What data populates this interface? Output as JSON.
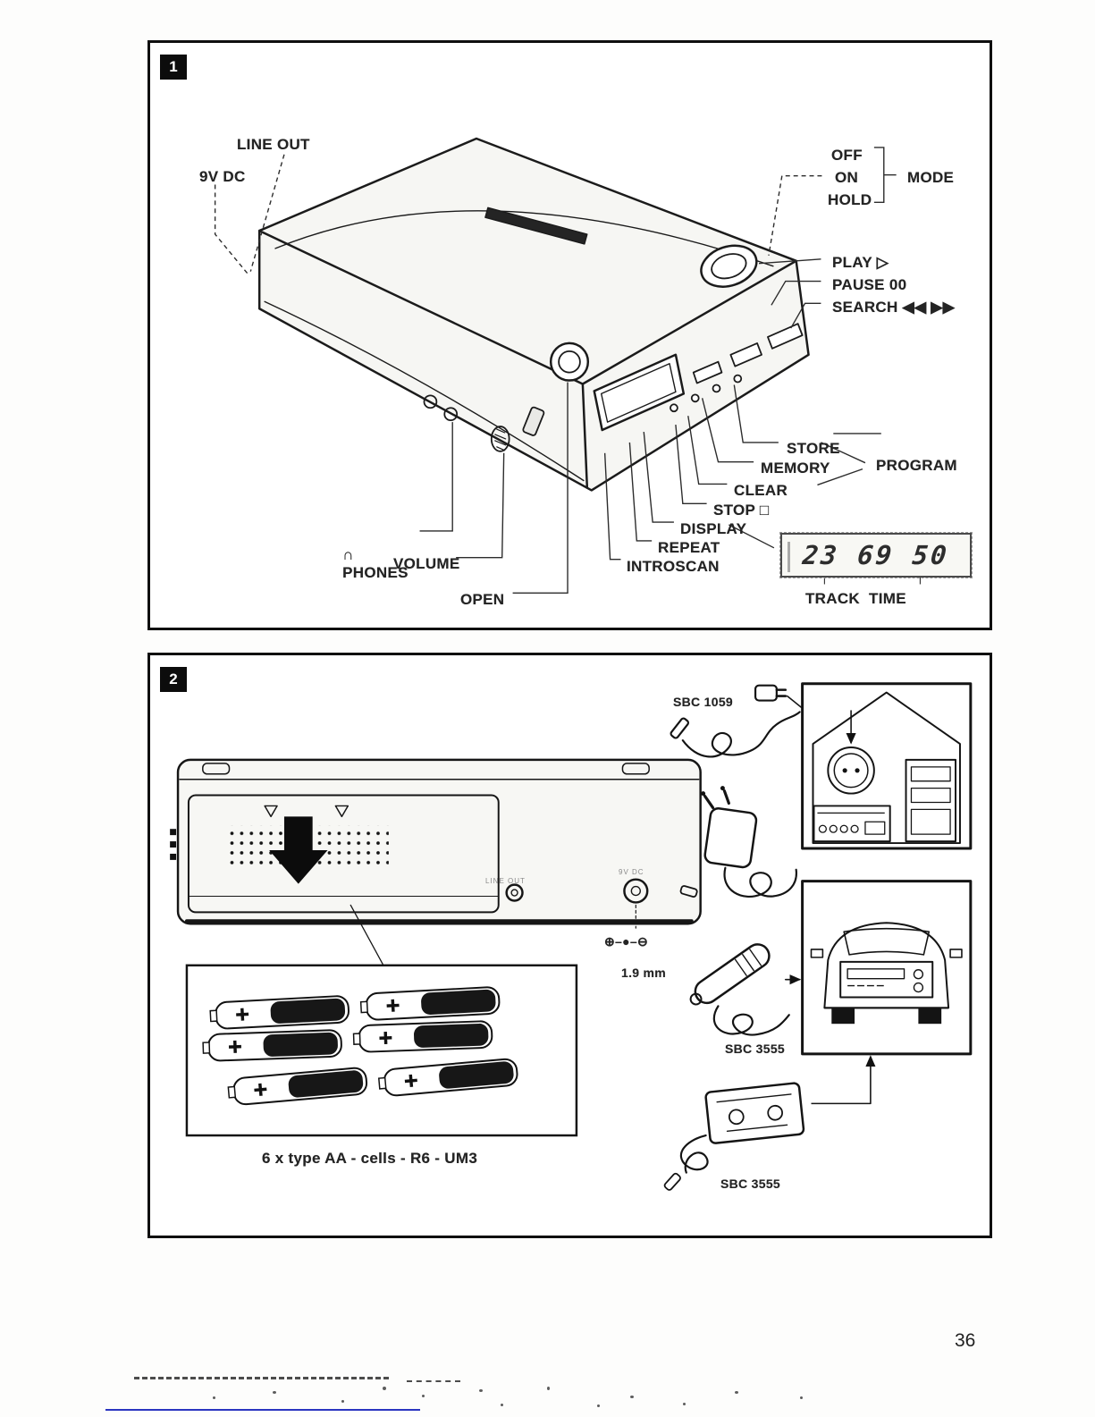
{
  "page": {
    "number": "36"
  },
  "figure1": {
    "num": "1",
    "labels": {
      "line_out": "LINE OUT",
      "dc9v": "9V DC",
      "off": "OFF",
      "on": "ON",
      "hold": "HOLD",
      "mode": "MODE",
      "play": "PLAY ▷",
      "pause": "PAUSE 00",
      "search": "SEARCH ◀◀ ▶▶",
      "store": "STORE",
      "memory": "MEMORY",
      "program": "PROGRAM",
      "clear": "CLEAR",
      "stop": "STOP □",
      "display": "DISPLAY",
      "repeat": "REPEAT",
      "introscan": "INTROSCAN",
      "phones_icon": "∩",
      "phones": "PHONES",
      "volume": "VOLUME",
      "open": "OPEN",
      "lcd_value": "23 69 50",
      "track_time": "TRACK  TIME"
    }
  },
  "figure2": {
    "num": "2",
    "labels": {
      "sbc1059": "SBC 1059",
      "polarity": "⊕–●–⊖",
      "plug_size": "1.9 mm",
      "sbc3555_car": "SBC 3555",
      "sbc3555_cassette": "SBC 3555",
      "battery_caption": "6 x type AA - cells - R6 - UM3",
      "rear_line_out": "LINE OUT",
      "rear_dc": "9V DC"
    }
  }
}
